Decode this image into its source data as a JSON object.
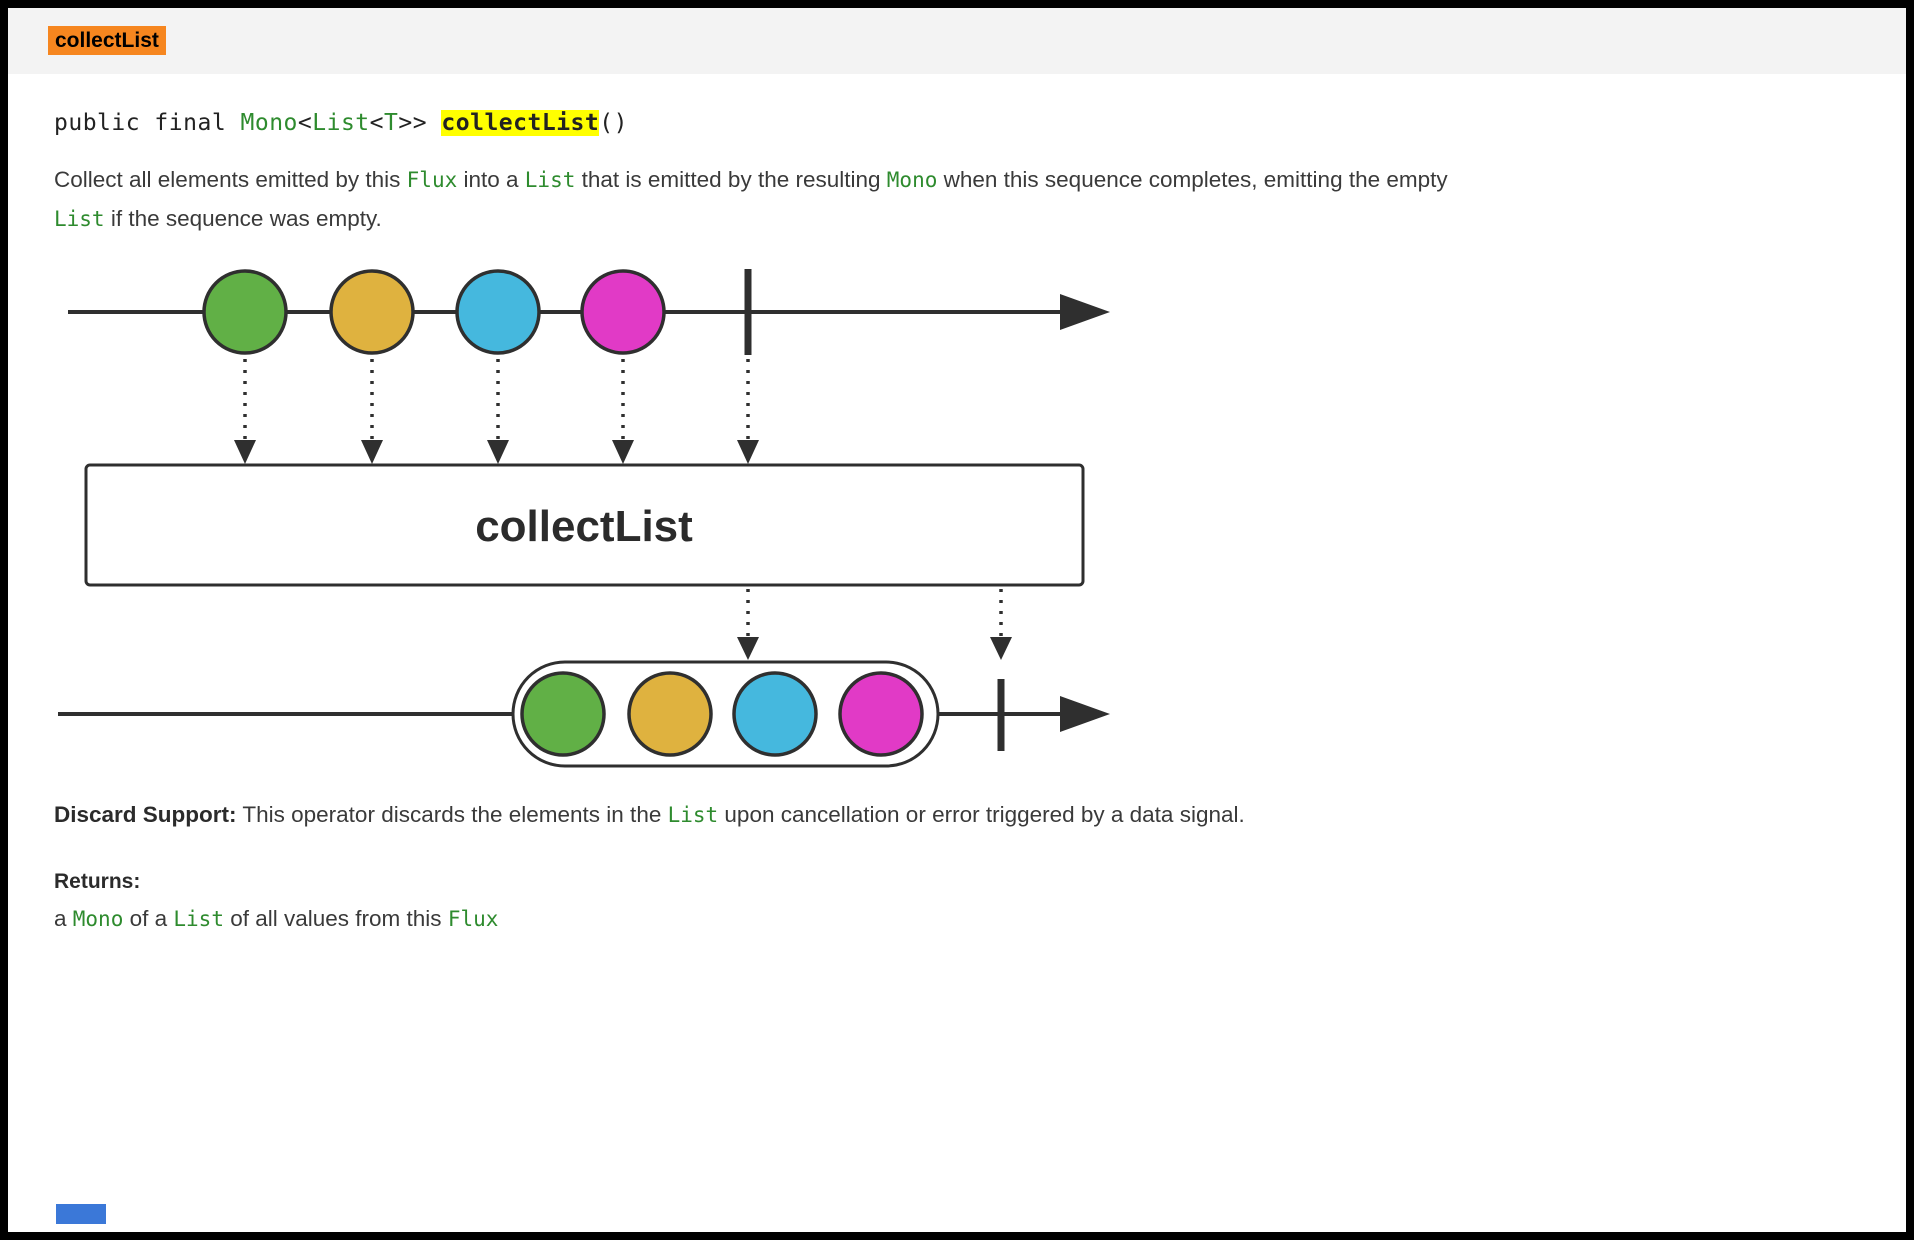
{
  "colors": {
    "highlight_orange": "#f6861f",
    "highlight_yellow": "#ffff00",
    "code_green": "#2e8b2e",
    "partial_blue": "#3b78d8",
    "header_bg": "#f3f3f3"
  },
  "header": {
    "title": "collectList"
  },
  "signature": {
    "parts": [
      {
        "text": "public final "
      },
      {
        "text": "Mono"
      },
      {
        "text": "<"
      },
      {
        "text": "List"
      },
      {
        "text": "<"
      },
      {
        "text": "T"
      },
      {
        "text": ">> "
      },
      {
        "text": "collectList"
      },
      {
        "text": "()"
      }
    ]
  },
  "description": {
    "parts": [
      {
        "text": "Collect all elements emitted by this "
      },
      {
        "text": "Flux"
      },
      {
        "text": " into a "
      },
      {
        "text": "List"
      },
      {
        "text": " that is emitted by the resulting "
      },
      {
        "text": "Mono"
      },
      {
        "text": " when this sequence completes, emitting the empty "
      },
      {
        "text": "List"
      },
      {
        "text": " if the sequence was empty."
      }
    ]
  },
  "diagram": {
    "operator_label": "collectList",
    "stroke": "#2f2f2f",
    "marbles": [
      {
        "name": "green",
        "fill": "#61b046"
      },
      {
        "name": "gold",
        "fill": "#dfb23f"
      },
      {
        "name": "blue",
        "fill": "#45b8de"
      },
      {
        "name": "magenta",
        "fill": "#e13ac6"
      }
    ]
  },
  "discard": {
    "label": "Discard Support:",
    "parts": [
      {
        "text": " This operator discards the elements in the "
      },
      {
        "text": "List"
      },
      {
        "text": " upon cancellation or error triggered by a data signal."
      }
    ]
  },
  "returns": {
    "label": "Returns:",
    "parts": [
      {
        "text": "a "
      },
      {
        "text": "Mono"
      },
      {
        "text": " of a "
      },
      {
        "text": "List"
      },
      {
        "text": " of all values from this "
      },
      {
        "text": "Flux"
      }
    ]
  }
}
